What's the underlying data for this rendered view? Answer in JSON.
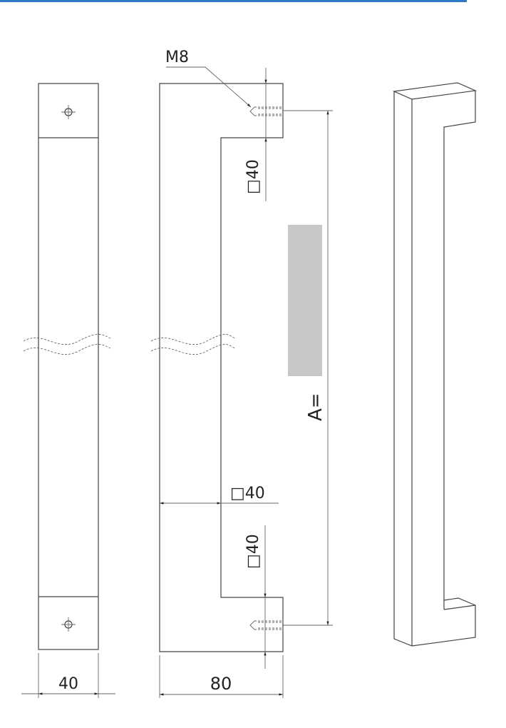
{
  "colors": {
    "accent_bar": "#2f78c4",
    "line": "#444444",
    "placeholder_fill": "#c8c8c8"
  },
  "labels": {
    "thread": "M8",
    "width_side": "40",
    "width_front": "80",
    "square_top": "□40",
    "square_mid": "□40",
    "square_bottom": "□40",
    "length": "A="
  }
}
